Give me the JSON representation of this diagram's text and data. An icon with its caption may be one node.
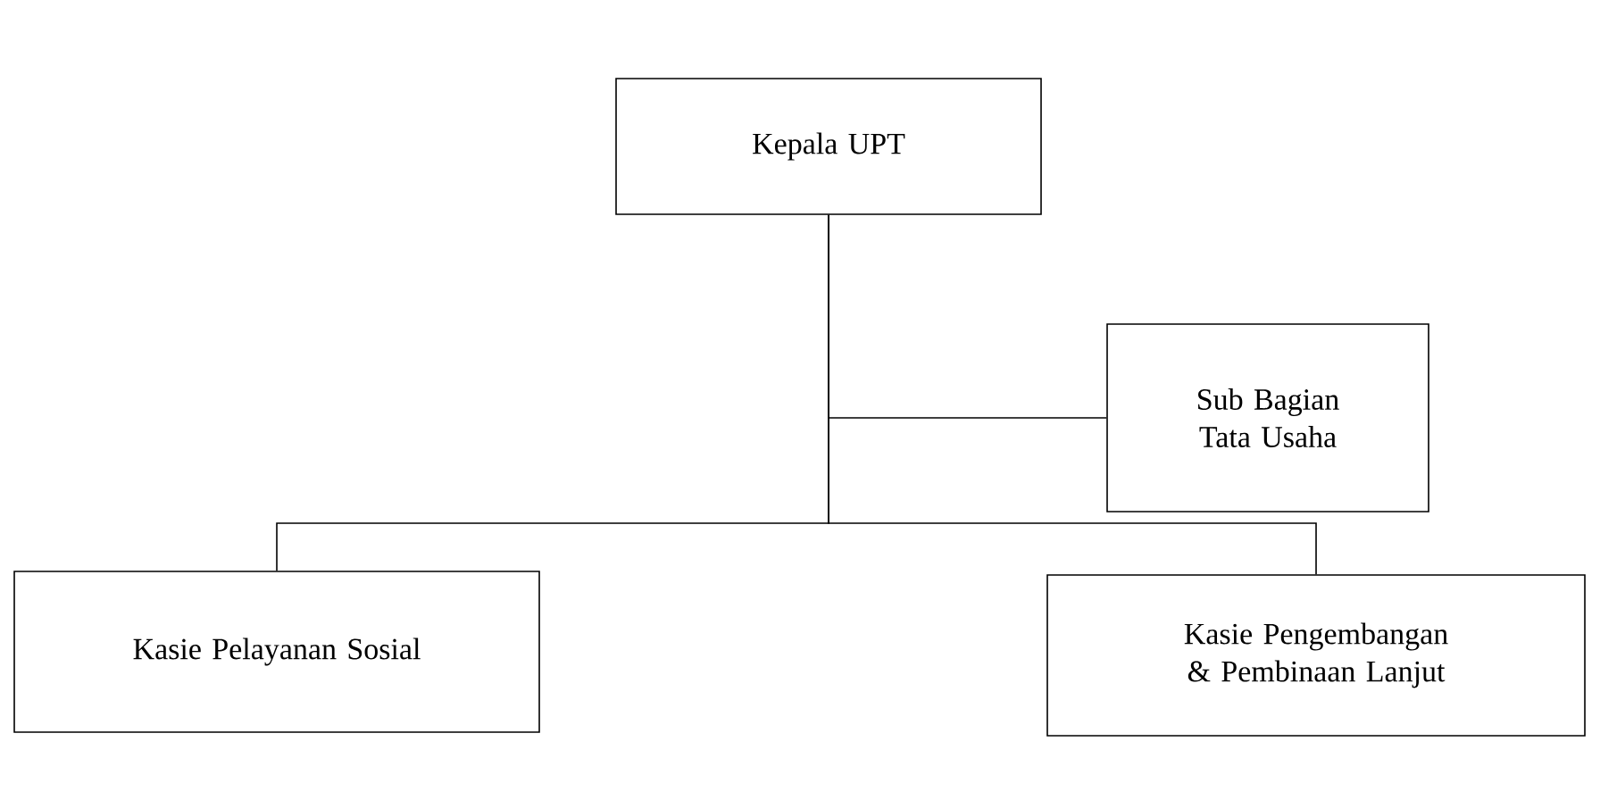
{
  "diagram": {
    "nodes": [
      {
        "text": [
          "Kepala UPT"
        ]
      },
      {
        "text": [
          "Sub Bagian Tata Usaha"
        ]
      },
      {
        "text": [
          "Kasie Pelayanan Sosial"
        ]
      },
      {
        "text": [
          "Kasie Pengembangan & Pembinaan Lanjut"
        ]
      }
    ],
    "edges": [
      {
        "from": 0,
        "to": 1,
        "arrow": "none"
      },
      {
        "from": 0,
        "to": 2,
        "arrow": "none"
      },
      {
        "from": 0,
        "to": 3,
        "arrow": "none"
      }
    ]
  }
}
